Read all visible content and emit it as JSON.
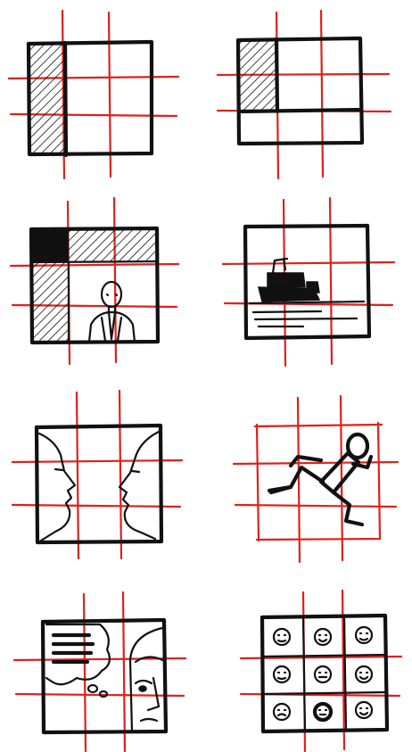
{
  "page": {
    "background": "#ffffff"
  },
  "colors": {
    "grid_red": "#e0201c",
    "ink_black": "#111111"
  },
  "sketches": [
    {
      "id": 1,
      "depicts": "frame-left-third-shaded"
    },
    {
      "id": 2,
      "depicts": "frame-top-left-shaded"
    },
    {
      "id": 3,
      "depicts": "frame-l-shape-shaded-with-man"
    },
    {
      "id": 4,
      "depicts": "frame-boat-on-water"
    },
    {
      "id": 5,
      "depicts": "frame-two-face-profiles"
    },
    {
      "id": 6,
      "depicts": "frame-running-figure"
    },
    {
      "id": 7,
      "depicts": "frame-speech-bubble-and-face"
    },
    {
      "id": 8,
      "depicts": "frame-nine-faces-grid"
    }
  ]
}
